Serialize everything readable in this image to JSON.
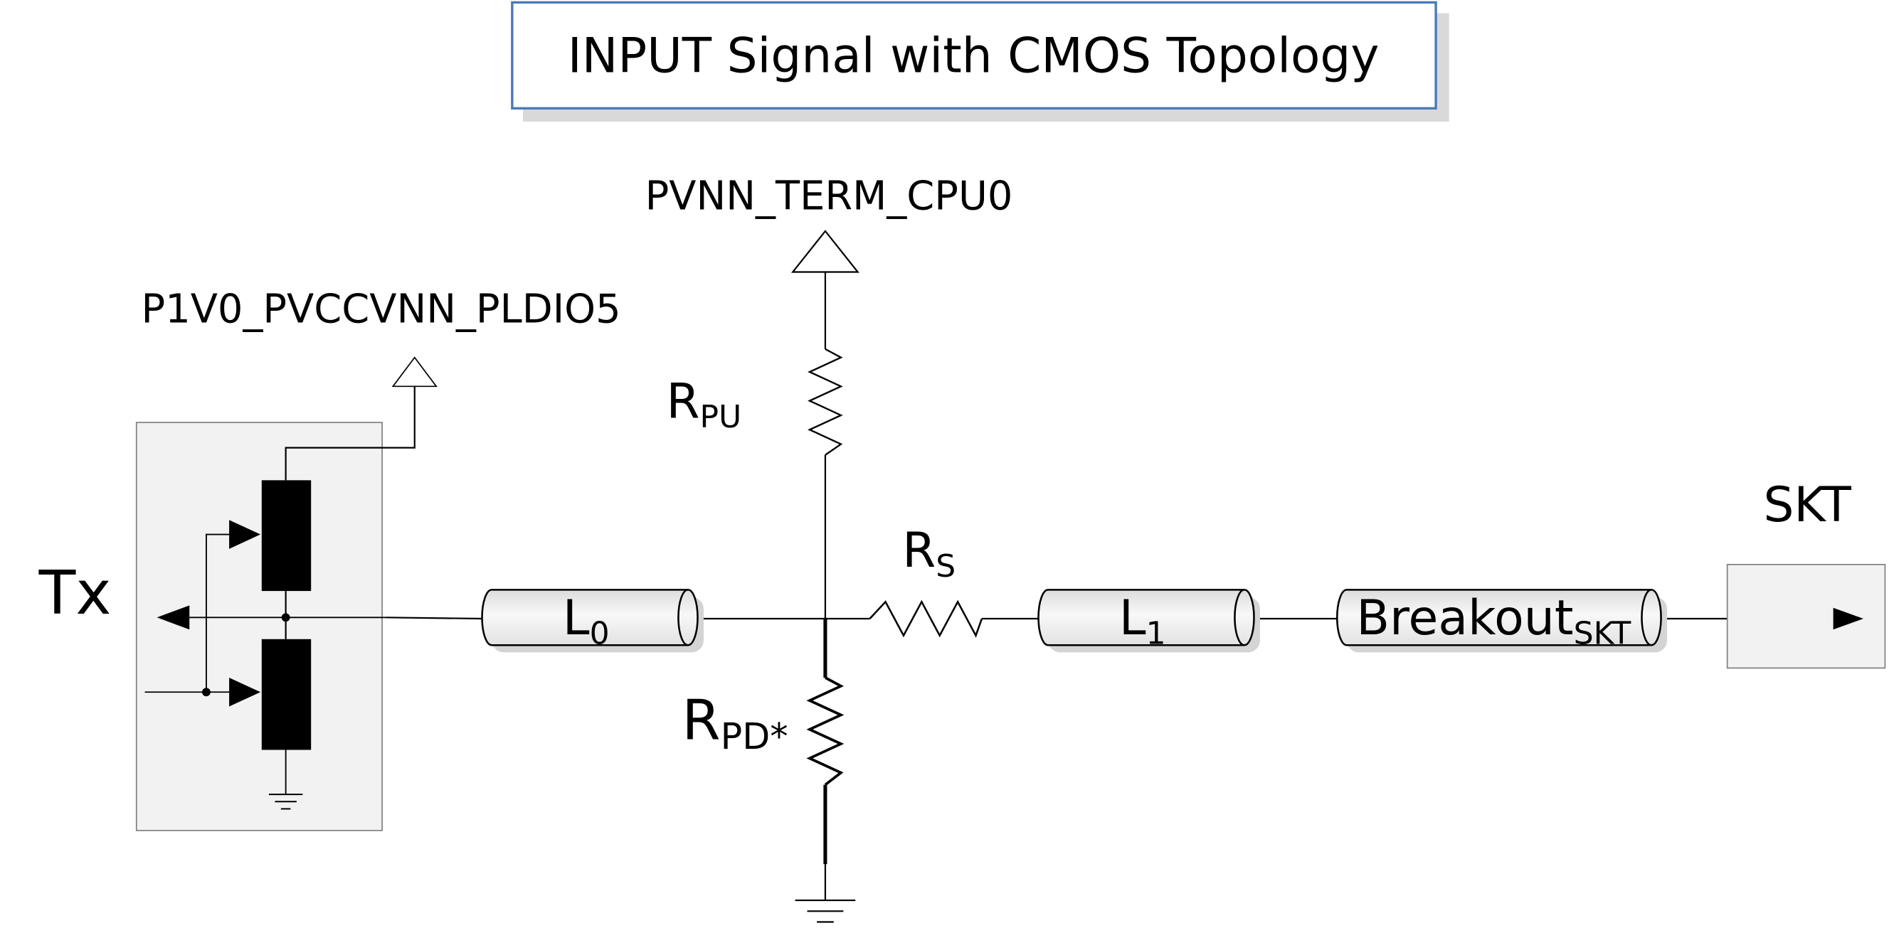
{
  "title": "INPUT Signal with CMOS Topology",
  "rails": {
    "term_supply": "PVNN_TERM_CPU0",
    "driver_supply": "P1V0_PVCCVNN_PLDIO5"
  },
  "labels": {
    "tx": "Tx",
    "skt": "SKT"
  },
  "resistors": {
    "pull_up": {
      "main": "R",
      "sub": "PU"
    },
    "pull_down": {
      "main": "R",
      "sub": "PD*"
    },
    "series": {
      "main": "R",
      "sub": "S"
    }
  },
  "transmission_lines": [
    {
      "main": "L",
      "sub": "0"
    },
    {
      "main": "L",
      "sub": "1"
    },
    {
      "main": "Breakout",
      "sub": "SKT"
    }
  ],
  "colors": {
    "title_border": "#4a7ab8",
    "title_shadow": "#d9d9d9",
    "box_fill": "#f2f2f2",
    "box_border": "#7f7f7f",
    "tline_fill": "#f0f0f0",
    "shadow": "#d4d4d4"
  }
}
